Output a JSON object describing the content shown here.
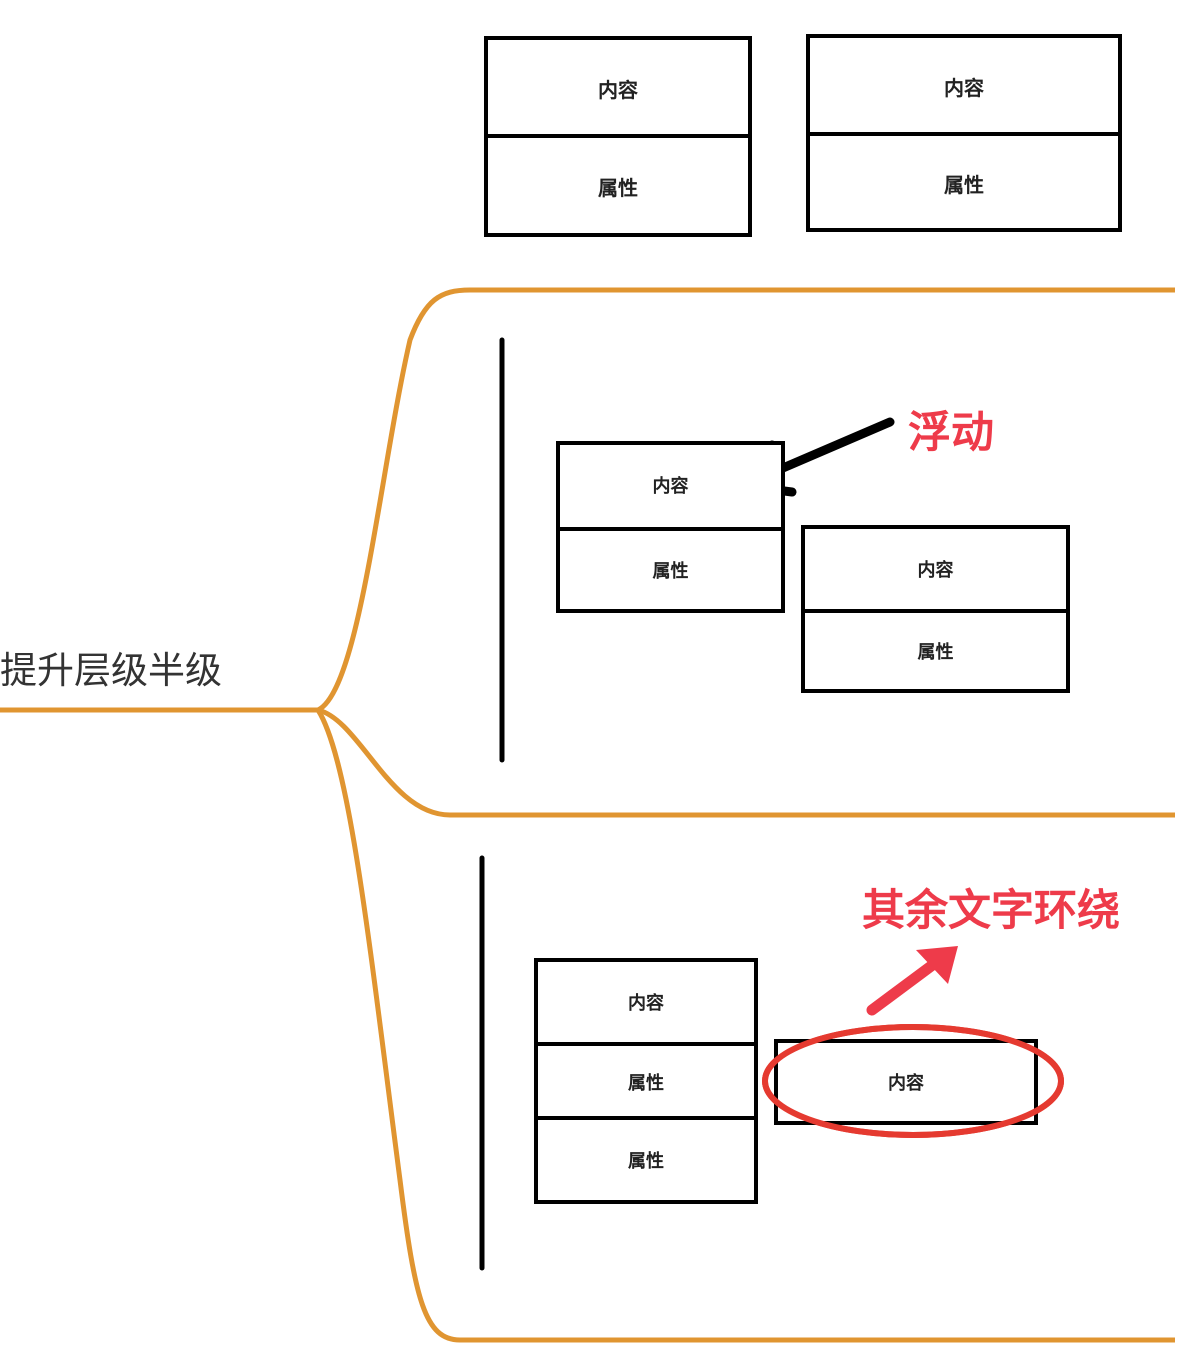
{
  "root_topic": "提升层级半级",
  "box_content_label": "内容",
  "box_attribute_label": "属性",
  "annotation_float": "浮动",
  "annotation_wrap": "其余文字环绕",
  "colors": {
    "branch": "#e09531",
    "annotation": "#ee3b4a",
    "outline": "#000000"
  }
}
